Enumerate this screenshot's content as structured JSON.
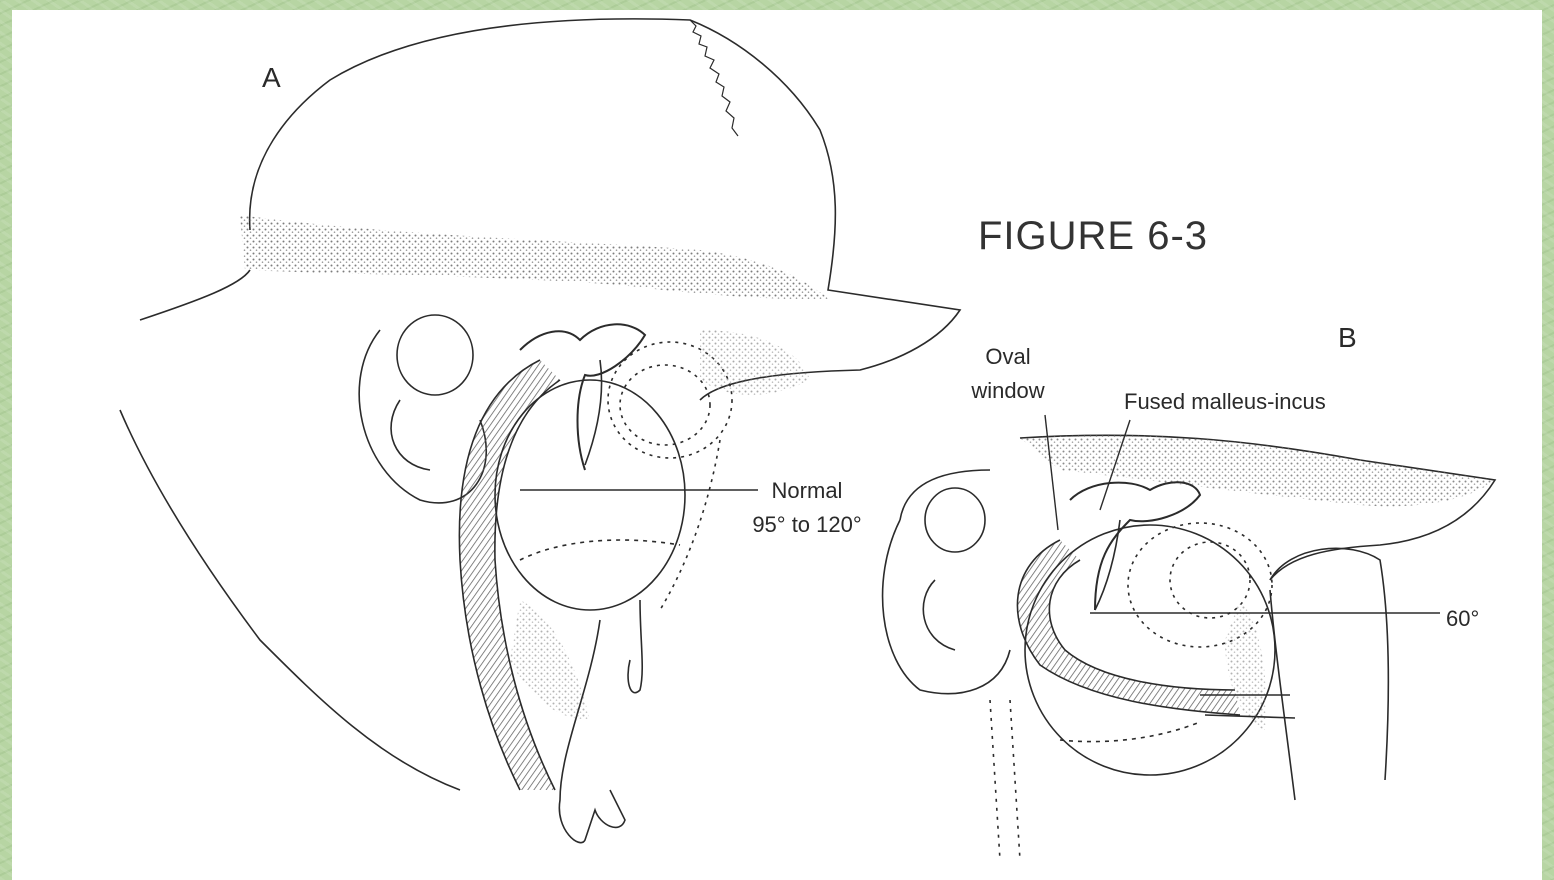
{
  "figure": {
    "title": "FIGURE 6-3",
    "panel_a": {
      "letter": "A",
      "angle_label_line1": "Normal",
      "angle_label_line2": "95° to 120°"
    },
    "panel_b": {
      "letter": "B",
      "oval_window_line1": "Oval",
      "oval_window_line2": "window",
      "fused_label": "Fused malleus-incus",
      "angle_label": "60°"
    }
  },
  "colors": {
    "background": "#b7d5a3",
    "paper": "#ffffff",
    "ink": "#2a2a2a",
    "shading": "#8a8a8a"
  }
}
